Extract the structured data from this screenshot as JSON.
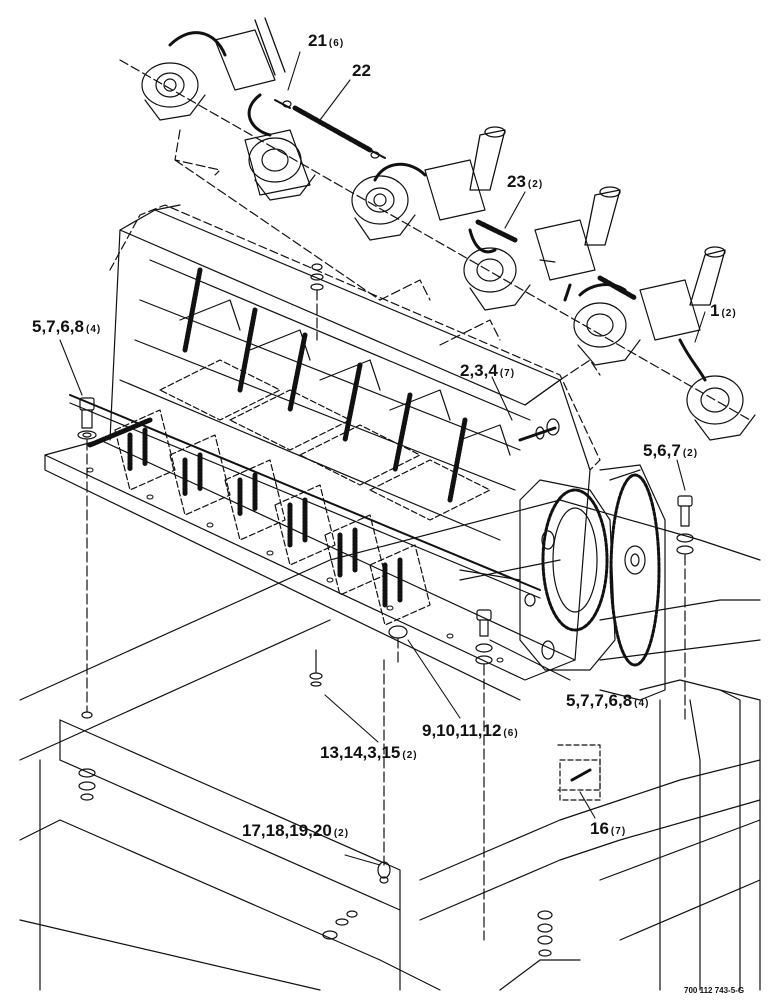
{
  "callouts": {
    "c21": {
      "parts": "21",
      "qty": "(6)"
    },
    "c22": {
      "parts": "22",
      "qty": ""
    },
    "c23": {
      "parts": "23",
      "qty": "(2)"
    },
    "c1": {
      "parts": "1",
      "qty": "(2)"
    },
    "c5768a": {
      "parts": "5,7,6,8",
      "qty": "(4)"
    },
    "c234": {
      "parts": "2,3,4",
      "qty": "(7)"
    },
    "c567": {
      "parts": "5,6,7",
      "qty": "(2)"
    },
    "c57768": {
      "parts": "5,7,7,6,8",
      "qty": "(4)"
    },
    "c9101112": {
      "parts": "9,10,11,12",
      "qty": "(6)"
    },
    "c1314315": {
      "parts": "13,14,3,15",
      "qty": "(2)"
    },
    "c16": {
      "parts": "16",
      "qty": "(7)"
    },
    "c17181920": {
      "parts": "17,18,19,20",
      "qty": "(2)"
    }
  },
  "document_number": "700 112 743-5-G",
  "colors": {
    "ink": "#111111",
    "paper": "#ffffff"
  }
}
